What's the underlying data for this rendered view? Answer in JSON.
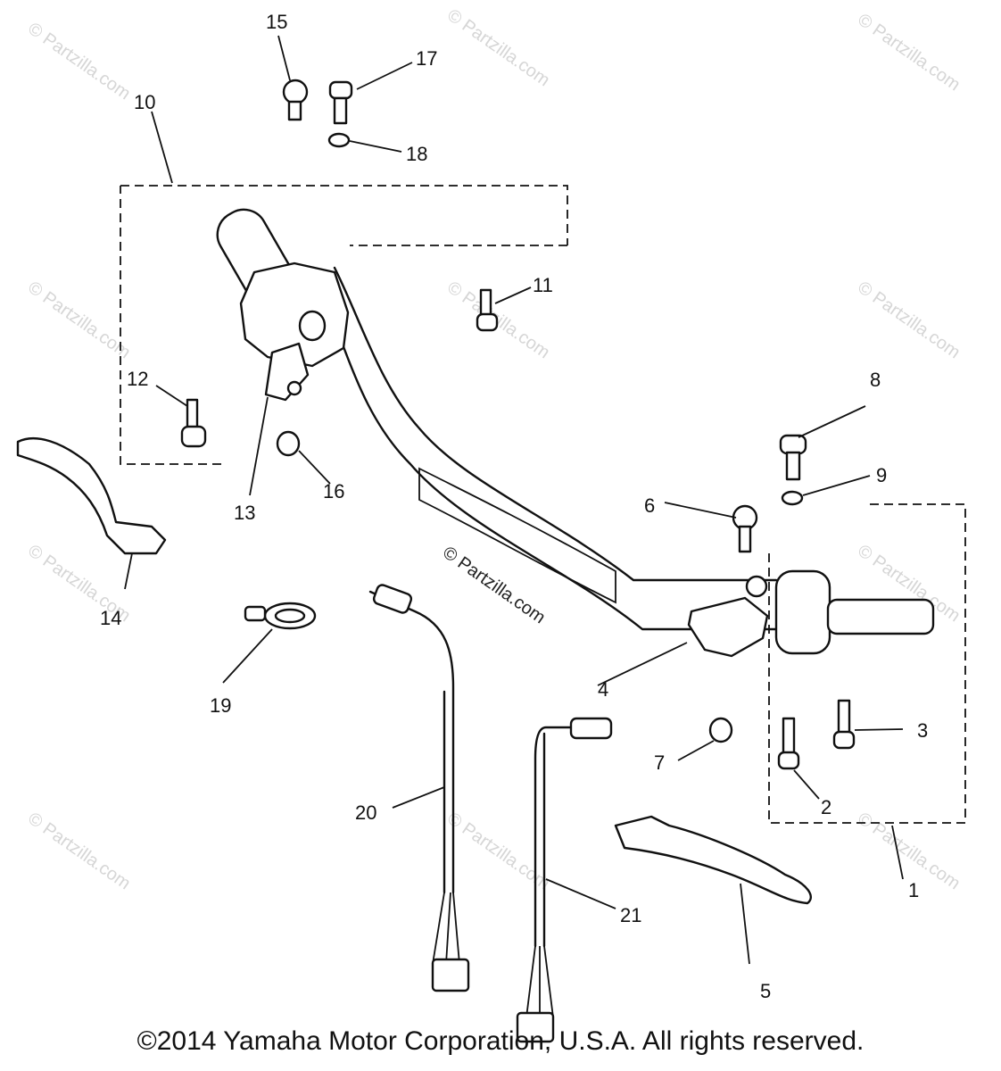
{
  "watermark": {
    "text": "© Partzilla.com"
  },
  "callouts": {
    "n1": "1",
    "n2": "2",
    "n3": "3",
    "n4": "4",
    "n5": "5",
    "n6": "6",
    "n7": "7",
    "n8": "8",
    "n9": "9",
    "n10": "10",
    "n11": "11",
    "n12": "12",
    "n13": "13",
    "n14": "14",
    "n15": "15",
    "n16": "16",
    "n17": "17",
    "n18": "18",
    "n19": "19",
    "n20": "20",
    "n21": "21"
  },
  "footer": {
    "copyright": "©2014 Yamaha Motor Corporation, U.S.A. All rights reserved."
  }
}
